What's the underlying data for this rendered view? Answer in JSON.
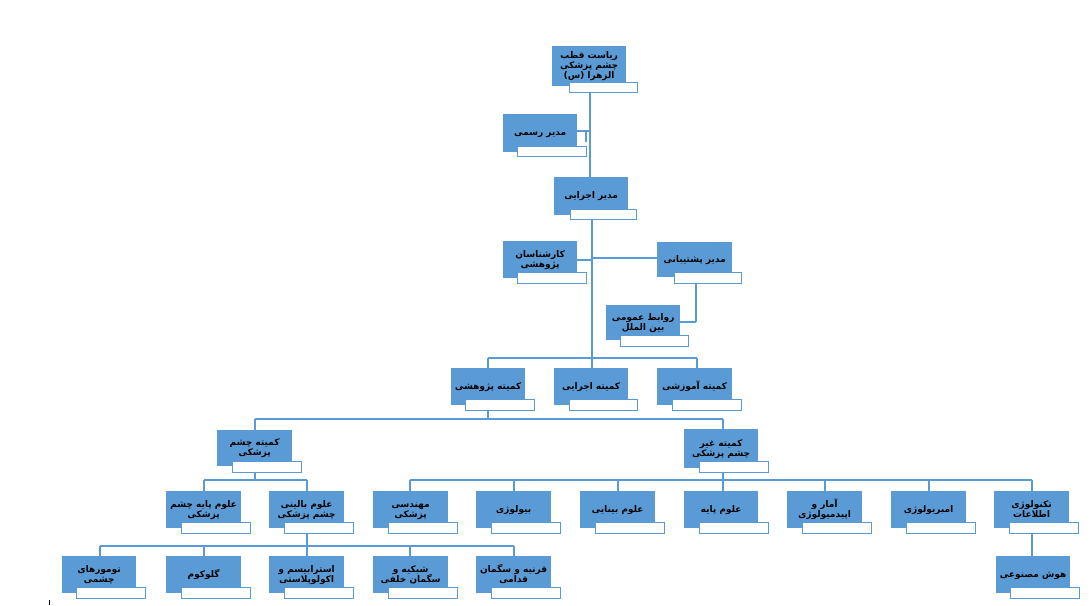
{
  "colors": {
    "box_fill": "#5b9bd5",
    "box_border": "#4a7ebb",
    "connector": "#5b9bd5",
    "tag_fill": "#ffffff"
  },
  "nodes": {
    "root": "ریاست قطب چشم پزشکی الزهرا (س)",
    "official_manager": "مدیر رسمی",
    "executive_manager": "مدیر اجرایی",
    "research_experts": "کارشناسان پژوهشی",
    "support_manager": "مدیر پشتیبانی",
    "international_relations": "روابط عمومی بین الملل",
    "research_committee": "کمیته پژوهشی",
    "executive_committee": "کمیته اجرایی",
    "education_committee": "کمیته آموزشی",
    "ophthalmology_committee": "کمیته چشم پزشکی",
    "non_ophthalmology_committee": "کمیته غیر چشم پزشکی",
    "basic_eye_sciences": "علوم پایه چشم پزشکی",
    "clinical_eye_sciences": "علوم بالینی چشم پزشکی",
    "medical_engineering": "مهندسی پزشکی",
    "biology": "بیولوژی",
    "vision_sciences": "علوم بینایی",
    "basic_sciences": "علوم پایه",
    "statistics_epidemiology": "آمار و اپیدمیولوژی",
    "embryology": "امبریولوژی",
    "information_technology": "تکنولوژی اطلاعات",
    "artificial_intelligence": "هوش مصنوعی",
    "eye_tumors": "تومورهای چشمی",
    "glaucoma": "گلوکوم",
    "strabismus_oculoplastic": "استرابیسم و اکولوپلاستی",
    "retina_posterior": "شبکیه و سگمان خلفی",
    "cornea_anterior": "قرنیه و سگمان قدامی"
  }
}
